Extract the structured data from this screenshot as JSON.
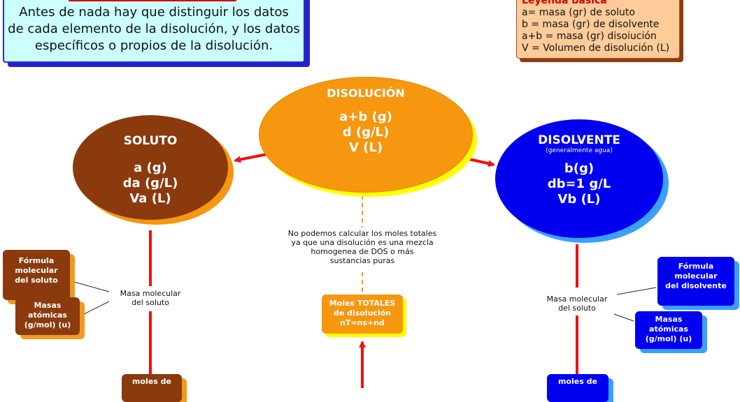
{
  "intro": {
    "lines": [
      "Antes de nada hay que distinguir los datos",
      "de cada elemento de la disolución, y los datos",
      "específicos o propios de la disolución."
    ]
  },
  "legend": {
    "title": "Leyenda básica",
    "lines": [
      "a= masa (gr) de soluto",
      "b = masa (gr) de disolvente",
      "a+b = masa (gr) disoiución",
      "V = Volumen de disolución (L)"
    ]
  },
  "disolucion": {
    "title": "DISOLUCIÓN",
    "line1": "a+b (g)",
    "line2": "d (g/L)",
    "line3": "V (L)"
  },
  "soluto": {
    "title": "SOLUTO",
    "line1": "a (g)",
    "line2": "da (g/L)",
    "line3": "Va (L)"
  },
  "disolvente": {
    "title": "DISOLVENTE",
    "subtitle": "(generalmente agua)",
    "line1": "b(g)",
    "line2": "db=1 g/L",
    "line3": "Vb (L)"
  },
  "note": {
    "lines": [
      "No podemos calcular los moles totales",
      "ya que una disolución es una mezcla",
      "homogenea de DOS o más",
      "sustancias puras"
    ]
  },
  "moles_totales": {
    "lines": [
      "Moles TOTALES",
      "de disolución",
      "nT=ns+nd"
    ]
  },
  "left": {
    "formula": [
      "Fórmula",
      "molecular",
      "del soluto"
    ],
    "masas": [
      "Masas",
      "atómicas",
      "(g/mol) (u)"
    ],
    "masa_molecular": [
      "Masa molecular",
      "del soluto"
    ],
    "moles": "moles de"
  },
  "right": {
    "formula": [
      "Fórmula",
      "molecular",
      "del disolvente"
    ],
    "masas": [
      "Masas",
      "atómicas",
      "(g/mol) (u)"
    ],
    "masa_molecular": [
      "Masa molecular",
      "del soluto"
    ],
    "moles": "moles de"
  },
  "colors": {
    "brown": "#8b3a0e",
    "orange": "#f7960f",
    "blue": "#0000ee",
    "red": "#ee1111"
  }
}
